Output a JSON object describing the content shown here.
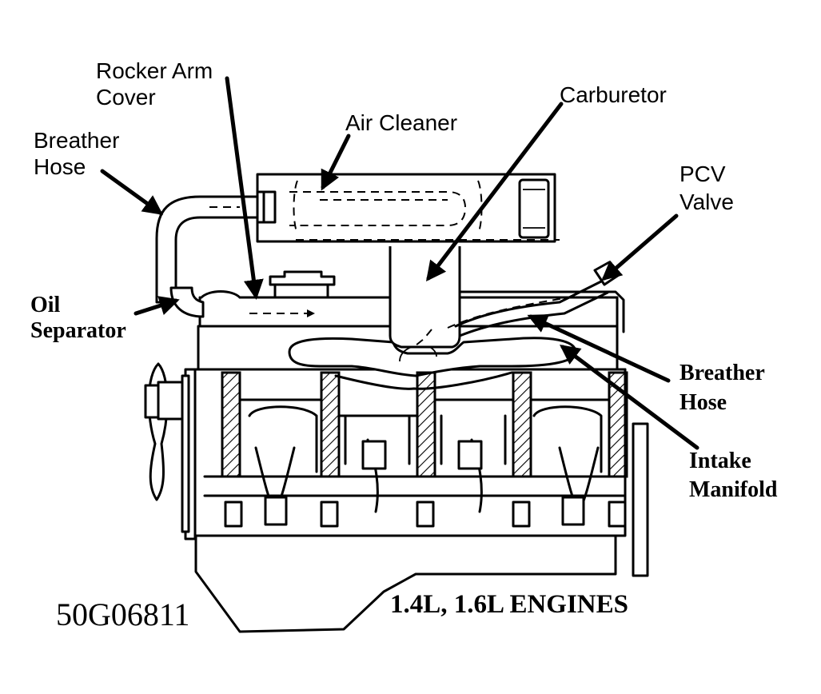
{
  "labels": {
    "rocker_arm_cover": [
      "Rocker Arm",
      "Cover"
    ],
    "breather_hose_left": [
      "Breather",
      "Hose"
    ],
    "air_cleaner": "Air Cleaner",
    "carburetor": "Carburetor",
    "pcv_valve": [
      "PCV",
      "Valve"
    ],
    "oil_separator": [
      "Oil",
      "Separator"
    ],
    "breather_hose_right": [
      "Breather",
      "Hose"
    ],
    "intake_manifold": [
      "Intake",
      "Manifold"
    ]
  },
  "figure_id": "50G06811",
  "caption": "1.4L, 1.6L ENGINES",
  "colors": {
    "ink": "#000000",
    "paper": "#ffffff"
  }
}
